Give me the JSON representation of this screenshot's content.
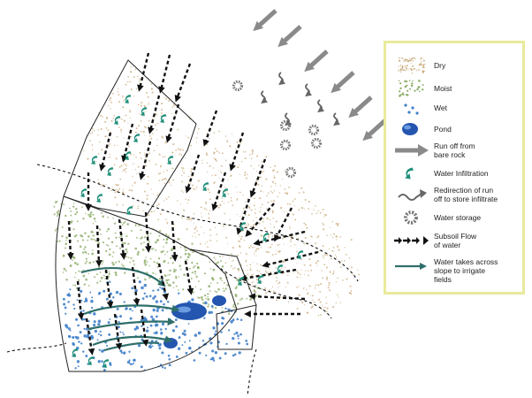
{
  "legend": {
    "dry": "Dry",
    "moist": "Moist",
    "wet": "Wet",
    "pond": "Pond",
    "runoff_line1": "Run off from",
    "runoff_line2": "bare rock",
    "infiltration": "Water Infiltration",
    "redirection_line1": "Redirection of run",
    "redirection_line2": "off to store infiltrate",
    "storage": "Water storage",
    "subsoil_line1": "Subsoil Flow",
    "subsoil_line2": "of water",
    "across_line1": "Water takes across",
    "across_line2": "slope to irrigate",
    "across_line3": "fields"
  },
  "colors": {
    "dry": "#c8a878",
    "moist": "#8fae6a",
    "wet": "#3f7fc9",
    "pond": "#2456b0",
    "runoff_arrow": "#8a8a8a",
    "infiltration": "#1f8f7a",
    "subsoil_arrow": "#111111",
    "irrigation_flow": "#2f6f6b",
    "legend_border": "#e9ea9c"
  },
  "icons": [
    "gray-runoff-arrow-icon",
    "teal-infiltration-icon",
    "squiggle-redirection-icon",
    "storage-ring-icon",
    "black-dotted-arrow-icon",
    "teal-flow-arrow-icon"
  ]
}
